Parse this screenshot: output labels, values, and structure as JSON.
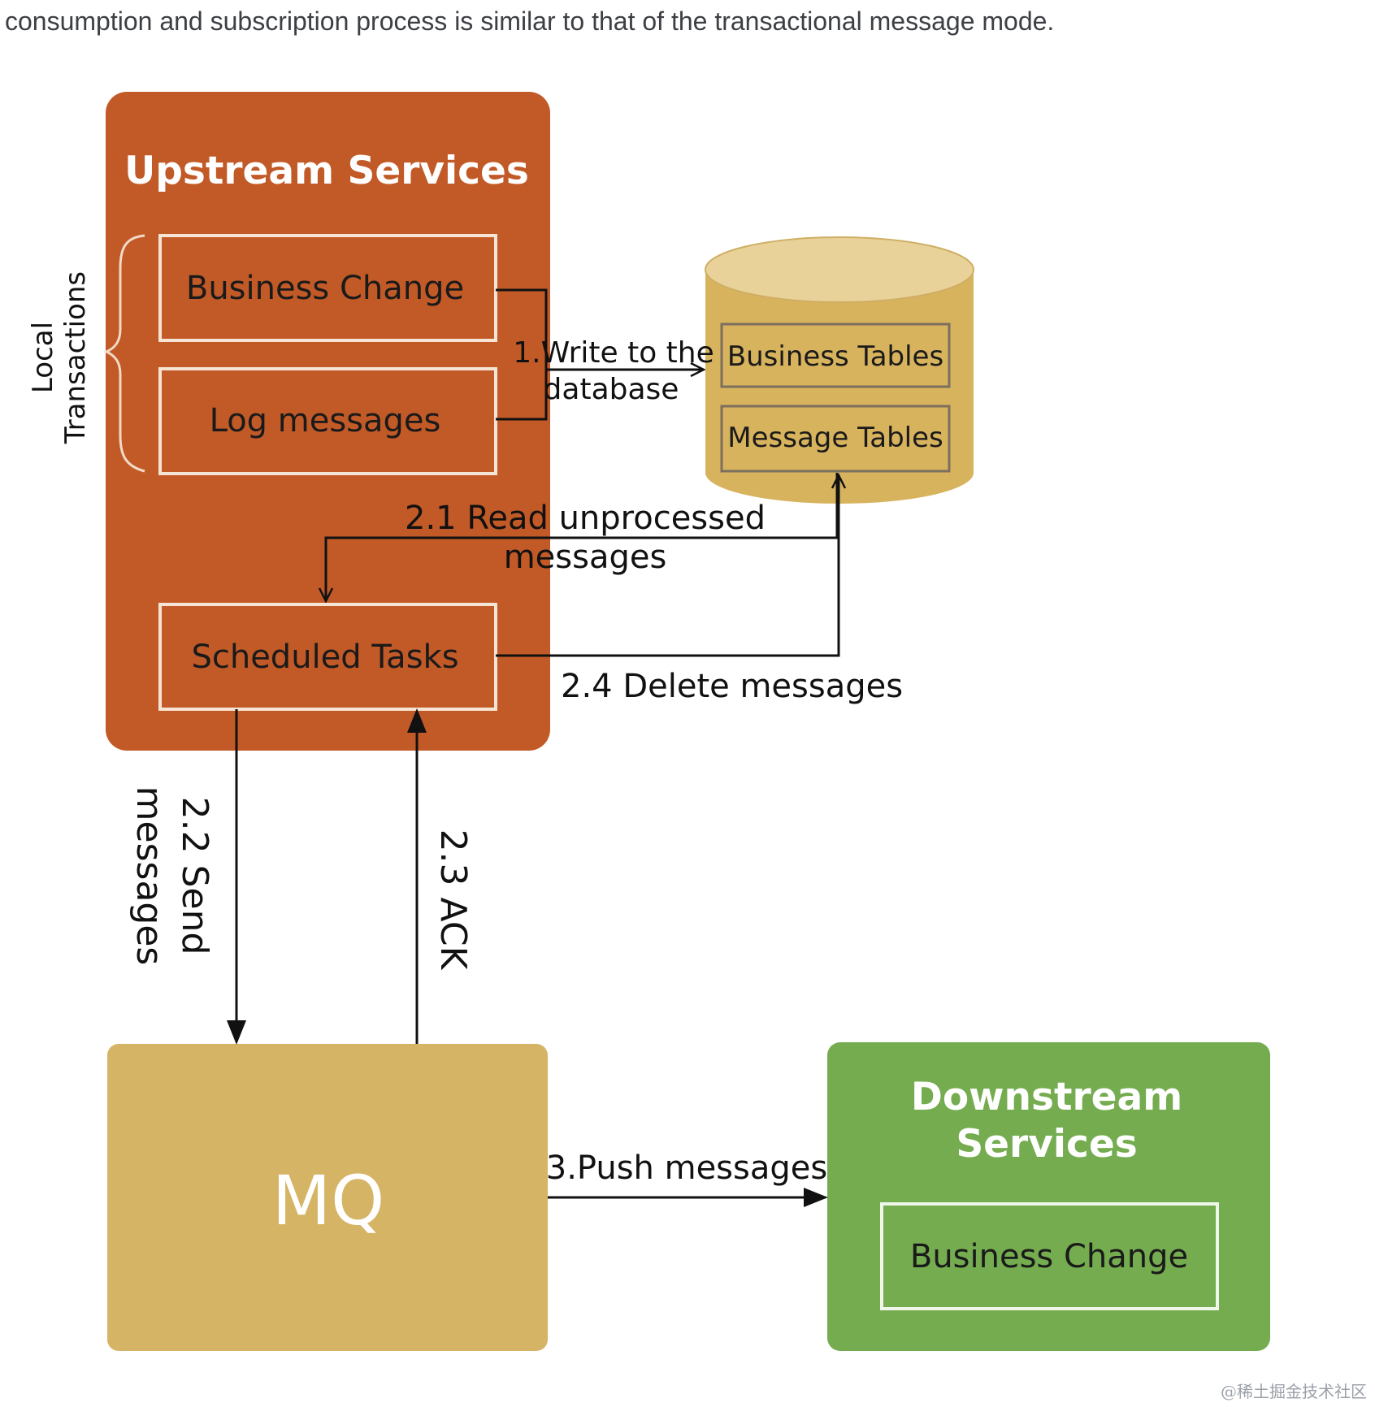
{
  "intro_text": "consumption and subscription process is similar to that of the transactional message mode.",
  "colors": {
    "upstream": "#c25a28",
    "database": "#d8b35e",
    "database_top": "#e8d29a",
    "mq": "#d5b465",
    "downstream": "#74ac4f"
  },
  "upstream": {
    "title": "Upstream Services",
    "local_transactions": [
      "Local",
      "Transactions"
    ],
    "business_change": "Business Change",
    "log_messages": "Log messages",
    "scheduled_tasks": "Scheduled Tasks"
  },
  "database": {
    "business_tables": "Business Tables",
    "message_tables": "Message Tables"
  },
  "mq": {
    "label": "MQ"
  },
  "downstream": {
    "title": [
      "Downstream",
      "Services"
    ],
    "business_change": "Business Change"
  },
  "flows": {
    "write_db": [
      "1.Write to the",
      "database"
    ],
    "read_unprocessed": [
      "2.1 Read unprocessed",
      "messages"
    ],
    "send_messages": [
      "2.2 Send",
      "messages"
    ],
    "ack": "2.3 ACK",
    "delete_messages": "2.4 Delete messages",
    "push_messages": "3.Push messages"
  },
  "watermark": "@稀土掘金技术社区"
}
